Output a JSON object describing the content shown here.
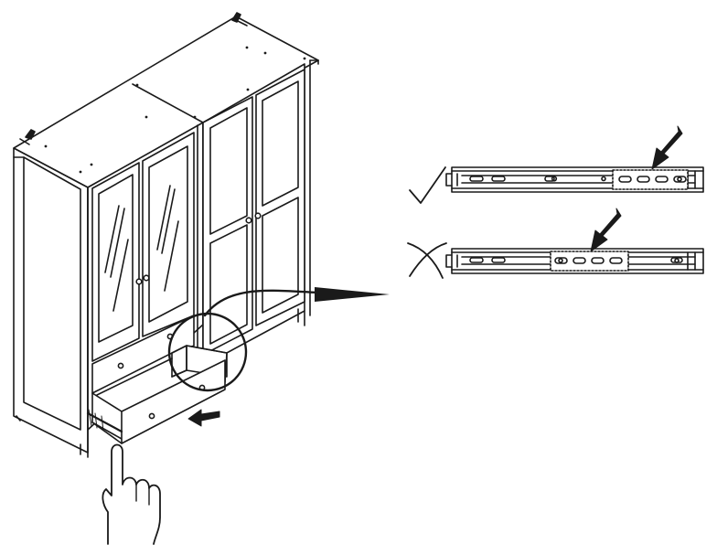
{
  "diagram": {
    "kind": "assembly-instruction",
    "subject": "wardrobe-with-two-drawers",
    "colors": {
      "line": "#1a1a1a",
      "background": "#ffffff",
      "fill_dark": "#222222"
    },
    "icons": [
      "wardrobe-icon",
      "hand-pointer-icon",
      "push-arrow-icon",
      "zoom-callout-icon",
      "checkmark-icon",
      "cross-icon",
      "drawer-rail-icon",
      "pointer-arrow-icon"
    ],
    "details": [
      {
        "verdict": "correct",
        "mark": "checkmark-icon",
        "rail_bearing_position": "rear"
      },
      {
        "verdict": "incorrect",
        "mark": "cross-icon",
        "rail_bearing_position": "middle"
      }
    ]
  }
}
